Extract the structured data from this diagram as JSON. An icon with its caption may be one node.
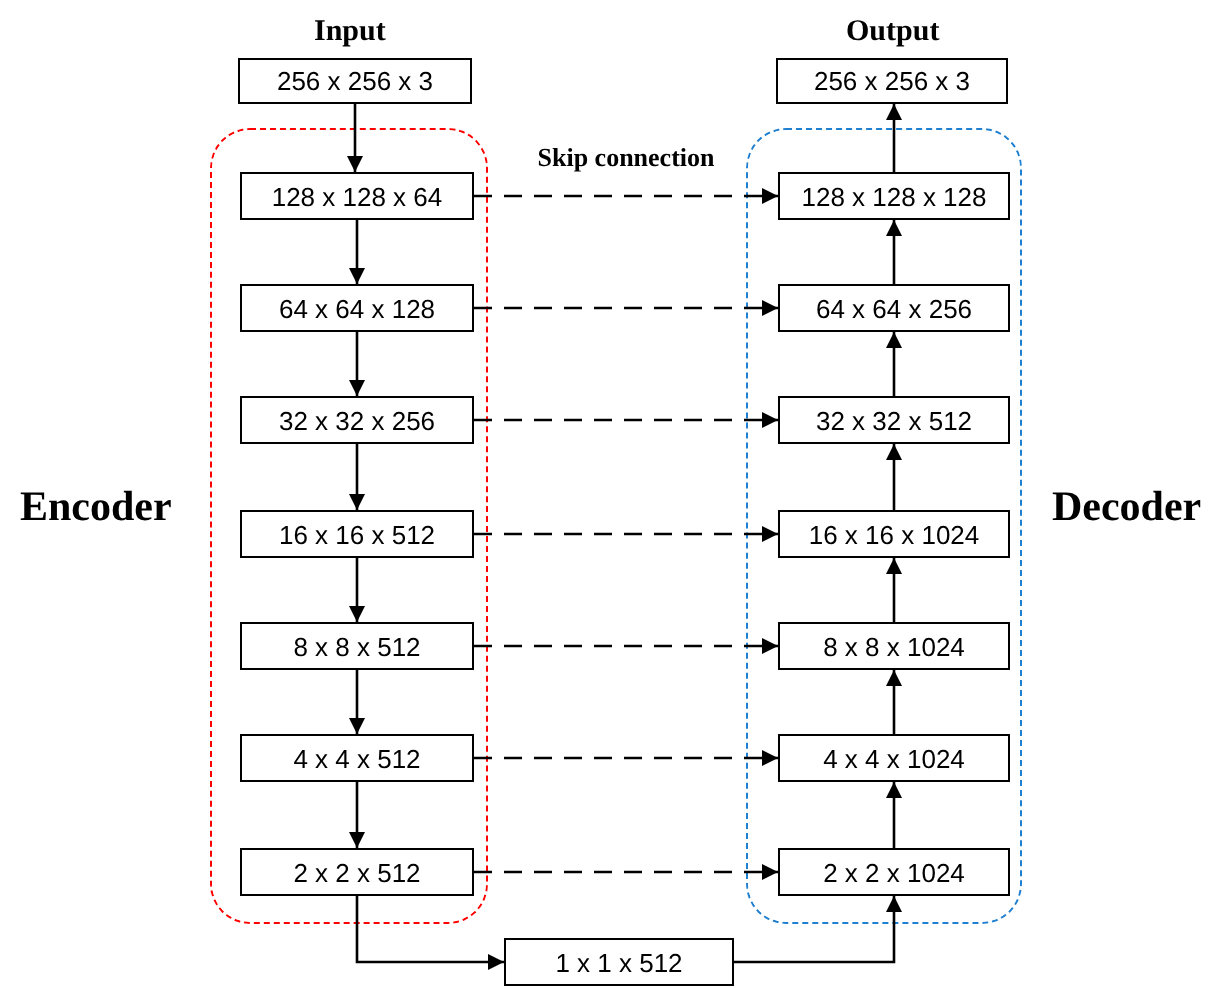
{
  "diagram": {
    "nodes": [
      {
        "text": [
          "256 x 256 x 3"
        ],
        "beside": [
          "Input"
        ]
      },
      {
        "text": [],
        "shape": "box",
        "beside": [
          "Encoder"
        ]
      },
      {
        "text": [
          "128 x 128 x 64"
        ],
        "in": 1
      },
      {
        "text": [
          "64 x 64 x 128"
        ],
        "in": 1
      },
      {
        "text": [
          "32 x 32 x 256"
        ],
        "in": 1
      },
      {
        "text": [
          "16 x 16 x 512"
        ],
        "in": 1
      },
      {
        "text": [
          "8 x 8 x 512"
        ],
        "in": 1
      },
      {
        "text": [
          "4 x 4 x 512"
        ],
        "in": 1
      },
      {
        "text": [
          "2 x 2 x 512"
        ],
        "in": 1
      },
      {
        "text": [
          "1 x 1 x 512"
        ]
      },
      {
        "text": [
          "256 x 256 x 3"
        ],
        "beside": [
          "Output"
        ]
      },
      {
        "text": [],
        "shape": "box",
        "beside": [
          "Decoder"
        ]
      },
      {
        "text": [
          "128 x 128 x 128"
        ],
        "in": 11
      },
      {
        "text": [
          "64 x 64 x 256"
        ],
        "in": 11
      },
      {
        "text": [
          "32 x 32 x 512"
        ],
        "in": 11
      },
      {
        "text": [
          "16 x 16 x 1024"
        ],
        "in": 11
      },
      {
        "text": [
          "8 x 8 x 1024"
        ],
        "in": 11
      },
      {
        "text": [
          "4 x 4 x 1024"
        ],
        "in": 11
      },
      {
        "text": [
          "2 x 2 x 1024"
        ],
        "in": 11
      }
    ],
    "edges": [
      {
        "from": 0,
        "to": 2,
        "arrow": "to"
      },
      {
        "from": 2,
        "to": 3,
        "arrow": "to"
      },
      {
        "from": 3,
        "to": 4,
        "arrow": "to"
      },
      {
        "from": 4,
        "to": 5,
        "arrow": "to"
      },
      {
        "from": 5,
        "to": 6,
        "arrow": "to"
      },
      {
        "from": 6,
        "to": 7,
        "arrow": "to"
      },
      {
        "from": 7,
        "to": 8,
        "arrow": "to"
      },
      {
        "from": 8,
        "to": 9,
        "arrow": "to"
      },
      {
        "from": 9,
        "to": 18,
        "arrow": "to"
      },
      {
        "from": 18,
        "to": 17,
        "arrow": "to"
      },
      {
        "from": 17,
        "to": 16,
        "arrow": "to"
      },
      {
        "from": 16,
        "to": 15,
        "arrow": "to"
      },
      {
        "from": 15,
        "to": 14,
        "arrow": "to"
      },
      {
        "from": 14,
        "to": 13,
        "arrow": "to"
      },
      {
        "from": 13,
        "to": 12,
        "arrow": "to"
      },
      {
        "from": 12,
        "to": 10,
        "arrow": "to"
      },
      {
        "from": 2,
        "to": 12,
        "arrow": "to",
        "style": "dashed",
        "label": "Skip connection"
      },
      {
        "from": 3,
        "to": 13,
        "arrow": "to",
        "style": "dashed"
      },
      {
        "from": 4,
        "to": 14,
        "arrow": "to",
        "style": "dashed"
      },
      {
        "from": 5,
        "to": 15,
        "arrow": "to",
        "style": "dashed"
      },
      {
        "from": 6,
        "to": 16,
        "arrow": "to",
        "style": "dashed"
      },
      {
        "from": 7,
        "to": 17,
        "arrow": "to",
        "style": "dashed"
      },
      {
        "from": 8,
        "to": 18,
        "arrow": "to",
        "style": "dashed"
      }
    ]
  }
}
